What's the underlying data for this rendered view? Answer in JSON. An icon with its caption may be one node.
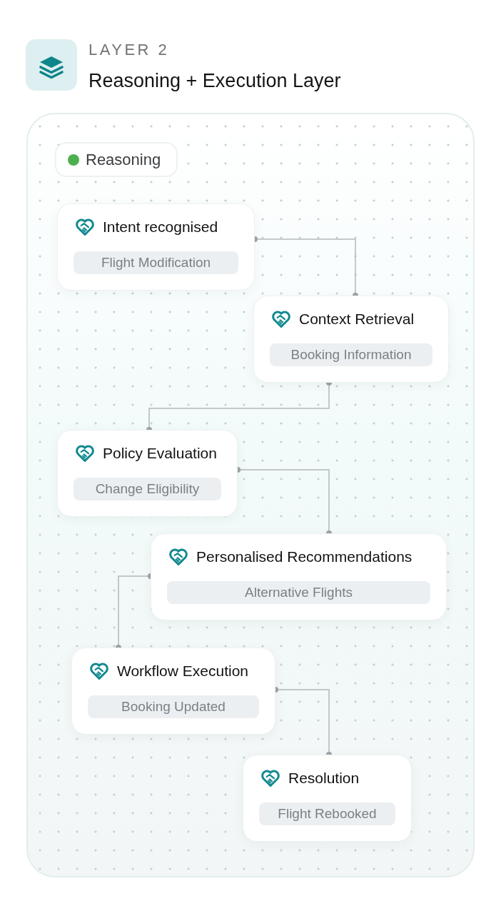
{
  "diagram": {
    "title": "Reasoning + Execution Layer",
    "nodes": [
      {
        "text": [],
        "shape": "box"
      },
      {
        "text": [
          "Reasoning"
        ],
        "in": 0
      },
      {
        "text": [
          "Intent recognised",
          "Flight Modification"
        ],
        "in": 0
      },
      {
        "text": [
          "Context Retrieval",
          "Booking Information"
        ],
        "in": 0
      },
      {
        "text": [
          "Policy Evaluation",
          "Change Eligibility"
        ],
        "in": 0
      },
      {
        "text": [
          "Personalised Recommendations",
          "Alternative Flights"
        ],
        "in": 0
      },
      {
        "text": [
          "Workflow Execution",
          "Booking Updated"
        ],
        "in": 0
      },
      {
        "text": [
          "Resolution",
          "Flight Rebooked"
        ],
        "in": 0
      }
    ],
    "edges": [
      {
        "from": 2,
        "to": 3,
        "arrow": "other"
      },
      {
        "from": 3,
        "to": 4,
        "arrow": "other"
      },
      {
        "from": 4,
        "to": 5,
        "arrow": "other"
      },
      {
        "from": 5,
        "to": 6,
        "arrow": "other"
      },
      {
        "from": 6,
        "to": 7,
        "arrow": "other"
      }
    ],
    "labels": [
      "LAYER 2"
    ]
  }
}
